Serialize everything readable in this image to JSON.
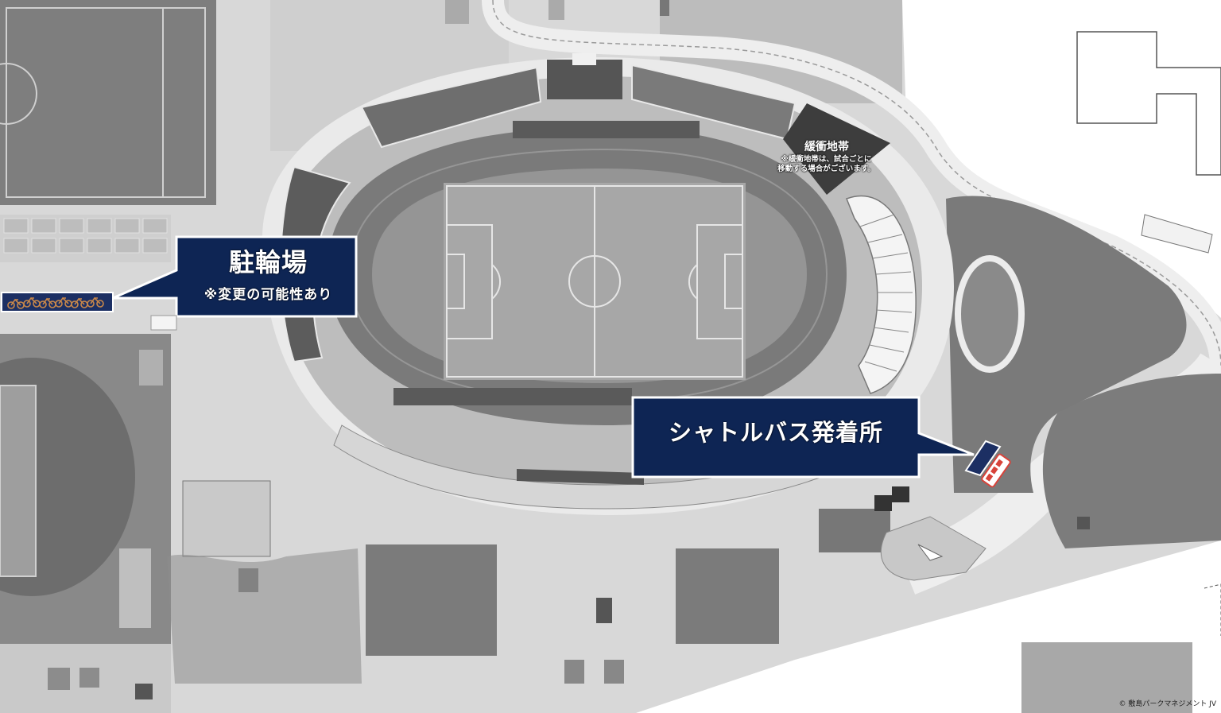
{
  "callouts": {
    "bicycle_parking": {
      "title": "駐輪場",
      "note": "※変更の可能性あり"
    },
    "shuttle_bus": {
      "title": "シャトルバス発着所"
    }
  },
  "buffer_zone": {
    "title": "緩衝地帯",
    "note_line1": "※緩衝地帯は、試合ごとに",
    "note_line2": "移動する場合がございます。"
  },
  "copyright": "© 敷島パークマネジメント JV",
  "colors": {
    "callout_fill": "#0e2554",
    "callout_border": "#ffffff",
    "pitch": "#a9a9a9",
    "track": "#7c7c7c",
    "stand_dark": "#5f5f5f",
    "stand_light": "#f2f2f2",
    "buffer": "#3d3d3d",
    "bus_body": "#ffffff",
    "bus_accent": "#d8433a"
  },
  "icons": {
    "bicycles": "bicycle-icon",
    "bus": "bus-icon"
  }
}
